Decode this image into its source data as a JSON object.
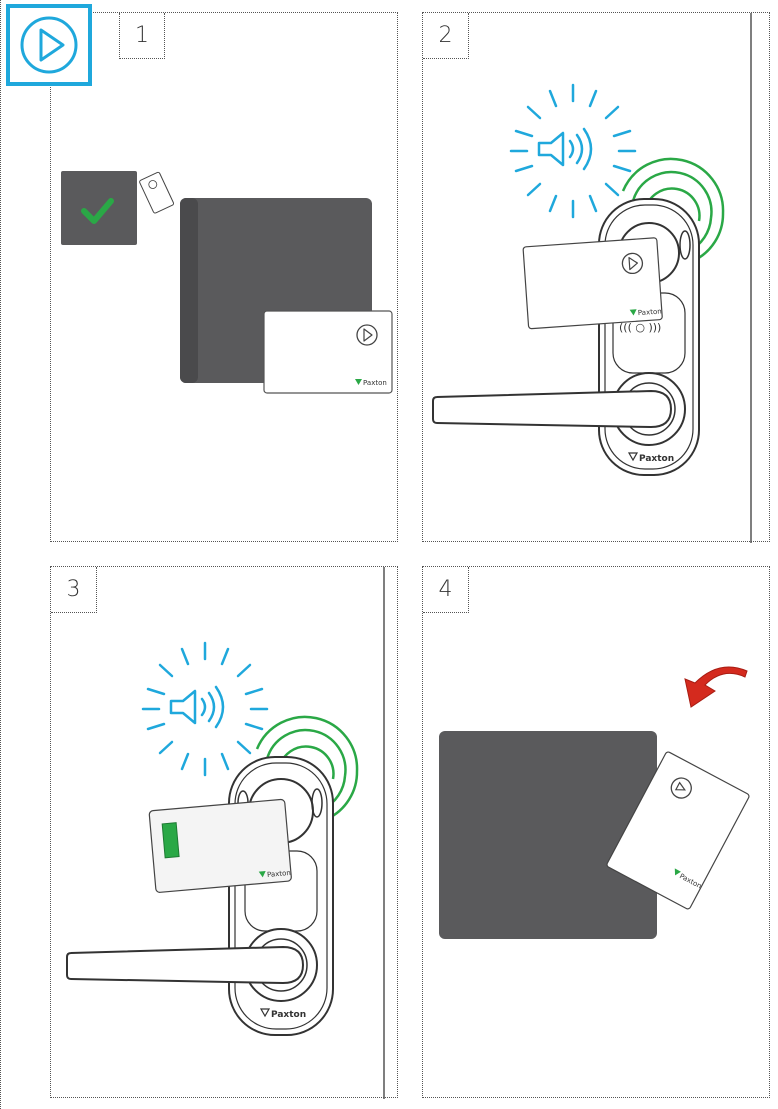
{
  "steps": [
    {
      "number": "1"
    },
    {
      "number": "2"
    },
    {
      "number": "3"
    },
    {
      "number": "4"
    }
  ],
  "card": {
    "brand": "Paxton"
  },
  "reader": {
    "brand": "Paxton"
  },
  "colors": {
    "accent_blue": "#1fa8dc",
    "success_green": "#2aa846",
    "rfid_green": "#2aa846",
    "door_gray": "#5a5a5c",
    "arrow_red": "#d42a1e"
  },
  "icons": {
    "logo": "play-triangle-icon",
    "sound": "speaker-sound-icon",
    "check": "checkmark-icon",
    "rotate_arrow": "curved-arrow-icon"
  }
}
